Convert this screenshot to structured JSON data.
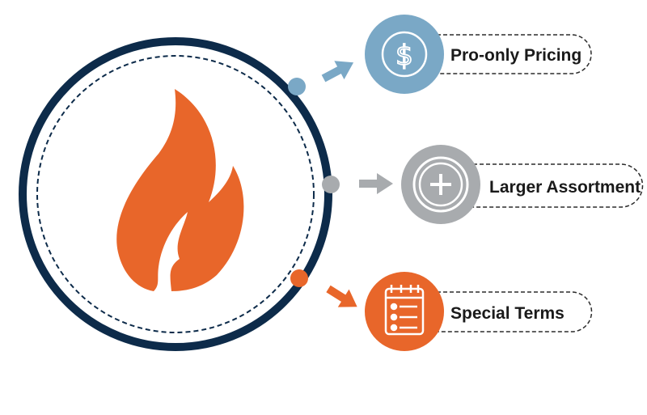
{
  "benefits": [
    {
      "label": "Pro-only Pricing",
      "icon": "dollar-coin-icon",
      "color": "#7aa8c6"
    },
    {
      "label": "Larger Assortment",
      "icon": "plus-circle-icon",
      "color": "#a8abae"
    },
    {
      "label": "Special Terms",
      "icon": "checklist-icon",
      "color": "#e8662a"
    }
  ],
  "colors": {
    "ring": "#0d2b4a",
    "flame": "#e8662a",
    "pill_border": "#2b2b2b"
  },
  "center_icon": "flame-icon"
}
